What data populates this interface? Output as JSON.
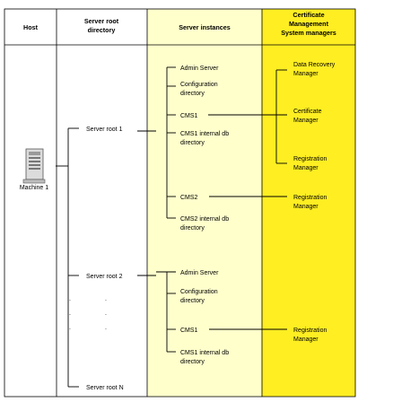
{
  "colors": {
    "instances_bg": "#ffffcc",
    "managers_bg": "#ffee22",
    "border": "#000000"
  },
  "headers": {
    "host": "Host",
    "server_root_dir": [
      "Server root",
      "directory"
    ],
    "server_instances": "Server instances",
    "cms_managers": [
      "Certificate",
      "Management",
      "System managers"
    ]
  },
  "host": {
    "icon": "server-tower-icon",
    "label": "Machine 1"
  },
  "server_roots": {
    "root1": "Server root 1",
    "root2": "Server root 2",
    "rootN": "Server root N",
    "ellipsis": "."
  },
  "instances_root1": {
    "admin_server": "Admin Server",
    "config_dir": [
      "Configuration",
      "directory"
    ],
    "cms1": "CMS1",
    "cms1_internal_db": [
      "CMS1 internal db",
      "directory"
    ],
    "cms2": "CMS2",
    "cms2_internal_db": [
      "CMS2 internal db",
      "directory"
    ]
  },
  "instances_root2": {
    "admin_server": "Admin Server",
    "config_dir": [
      "Configuration",
      "directory"
    ],
    "cms1": "CMS1",
    "cms1_internal_db": [
      "CMS1 internal db",
      "directory"
    ]
  },
  "managers": {
    "data_recovery": [
      "Data Recovery",
      "Manager"
    ],
    "certificate": [
      "Certificate",
      "Manager"
    ],
    "registration_1": [
      "Registration",
      "Manager"
    ],
    "registration_2": [
      "Registration",
      "Manager"
    ],
    "registration_3": [
      "Registration",
      "Manager"
    ]
  }
}
